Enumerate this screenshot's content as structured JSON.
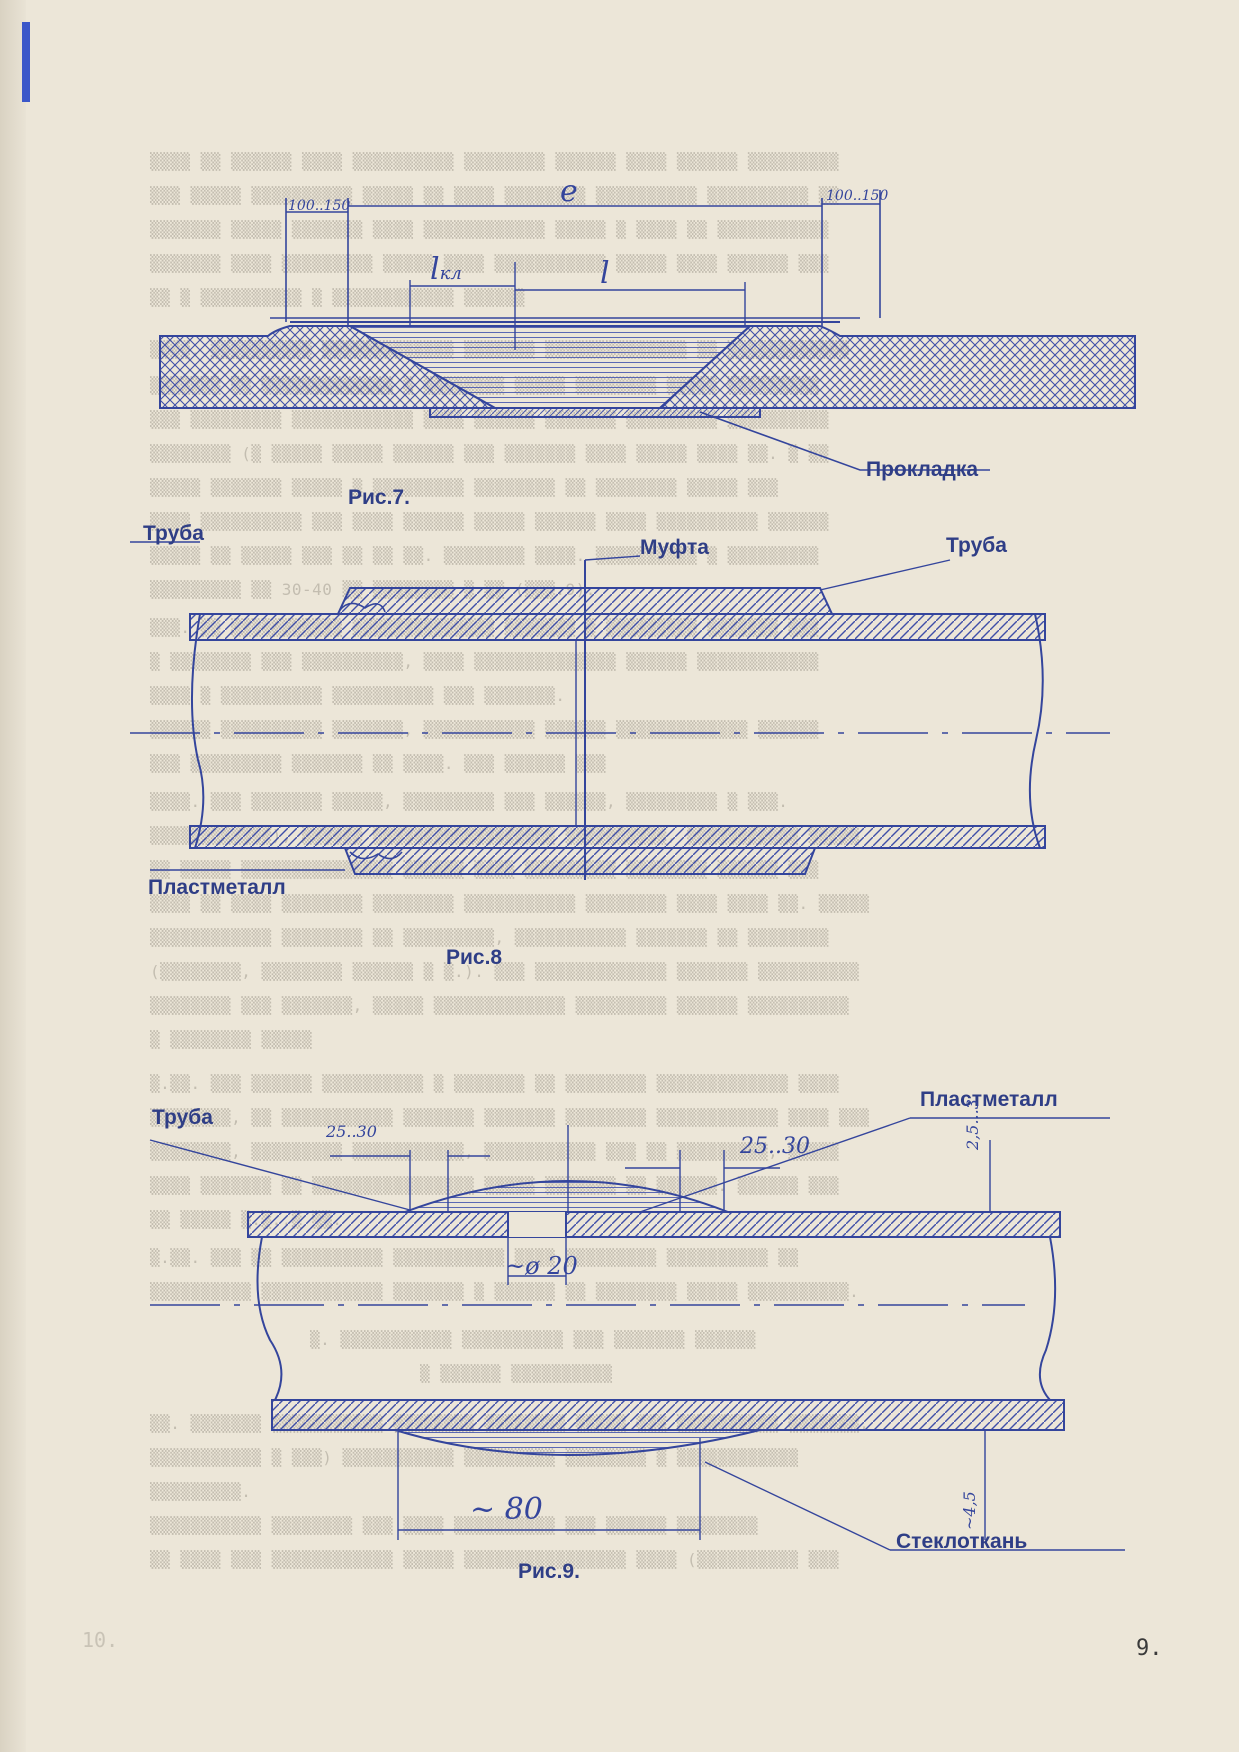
{
  "fig7": {
    "label_pipe_left": "Труба",
    "label_gasket": "Прокладка",
    "caption": "Рис.7.",
    "dim_left": "100..150",
    "dim_right": "100..150",
    "dim_total": "e",
    "dim_glue": "l",
    "dim_glue_sub": "кл",
    "dim_half": "l"
  },
  "fig8": {
    "label_pipe_right": "Труба",
    "label_coupling": "Муфта",
    "label_plastmetal": "Пластметалл",
    "caption": "Рис.8"
  },
  "fig9": {
    "label_pipe_left": "Труба",
    "label_plastmetal": "Пластметалл",
    "label_fiberglass": "Стеклоткань",
    "caption": "Рис.9.",
    "dim_left": "25..30",
    "dim_right": "25..30",
    "dim_hole": "~ø 20",
    "dim_length": "~ 80",
    "dim_thick_top": "2,5...3",
    "dim_thick_bottom": "~4,5"
  },
  "page_number": "9.",
  "page_number_ghost": "10."
}
